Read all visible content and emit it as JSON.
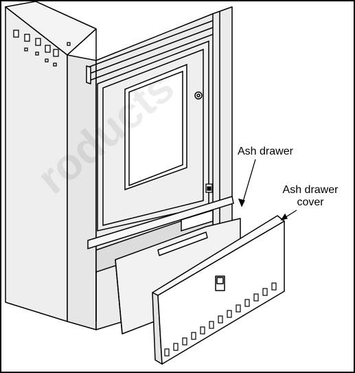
{
  "labels": {
    "ash_drawer": "Ash drawer",
    "ash_drawer_cover_line1": "Ash drawer",
    "ash_drawer_cover_line2": "cover"
  },
  "watermark": "roducts",
  "colors": {
    "line": "#000000",
    "stove_body": "#ebebeb",
    "stove_shadow": "#d9d9d9",
    "background": "#ffffff"
  }
}
